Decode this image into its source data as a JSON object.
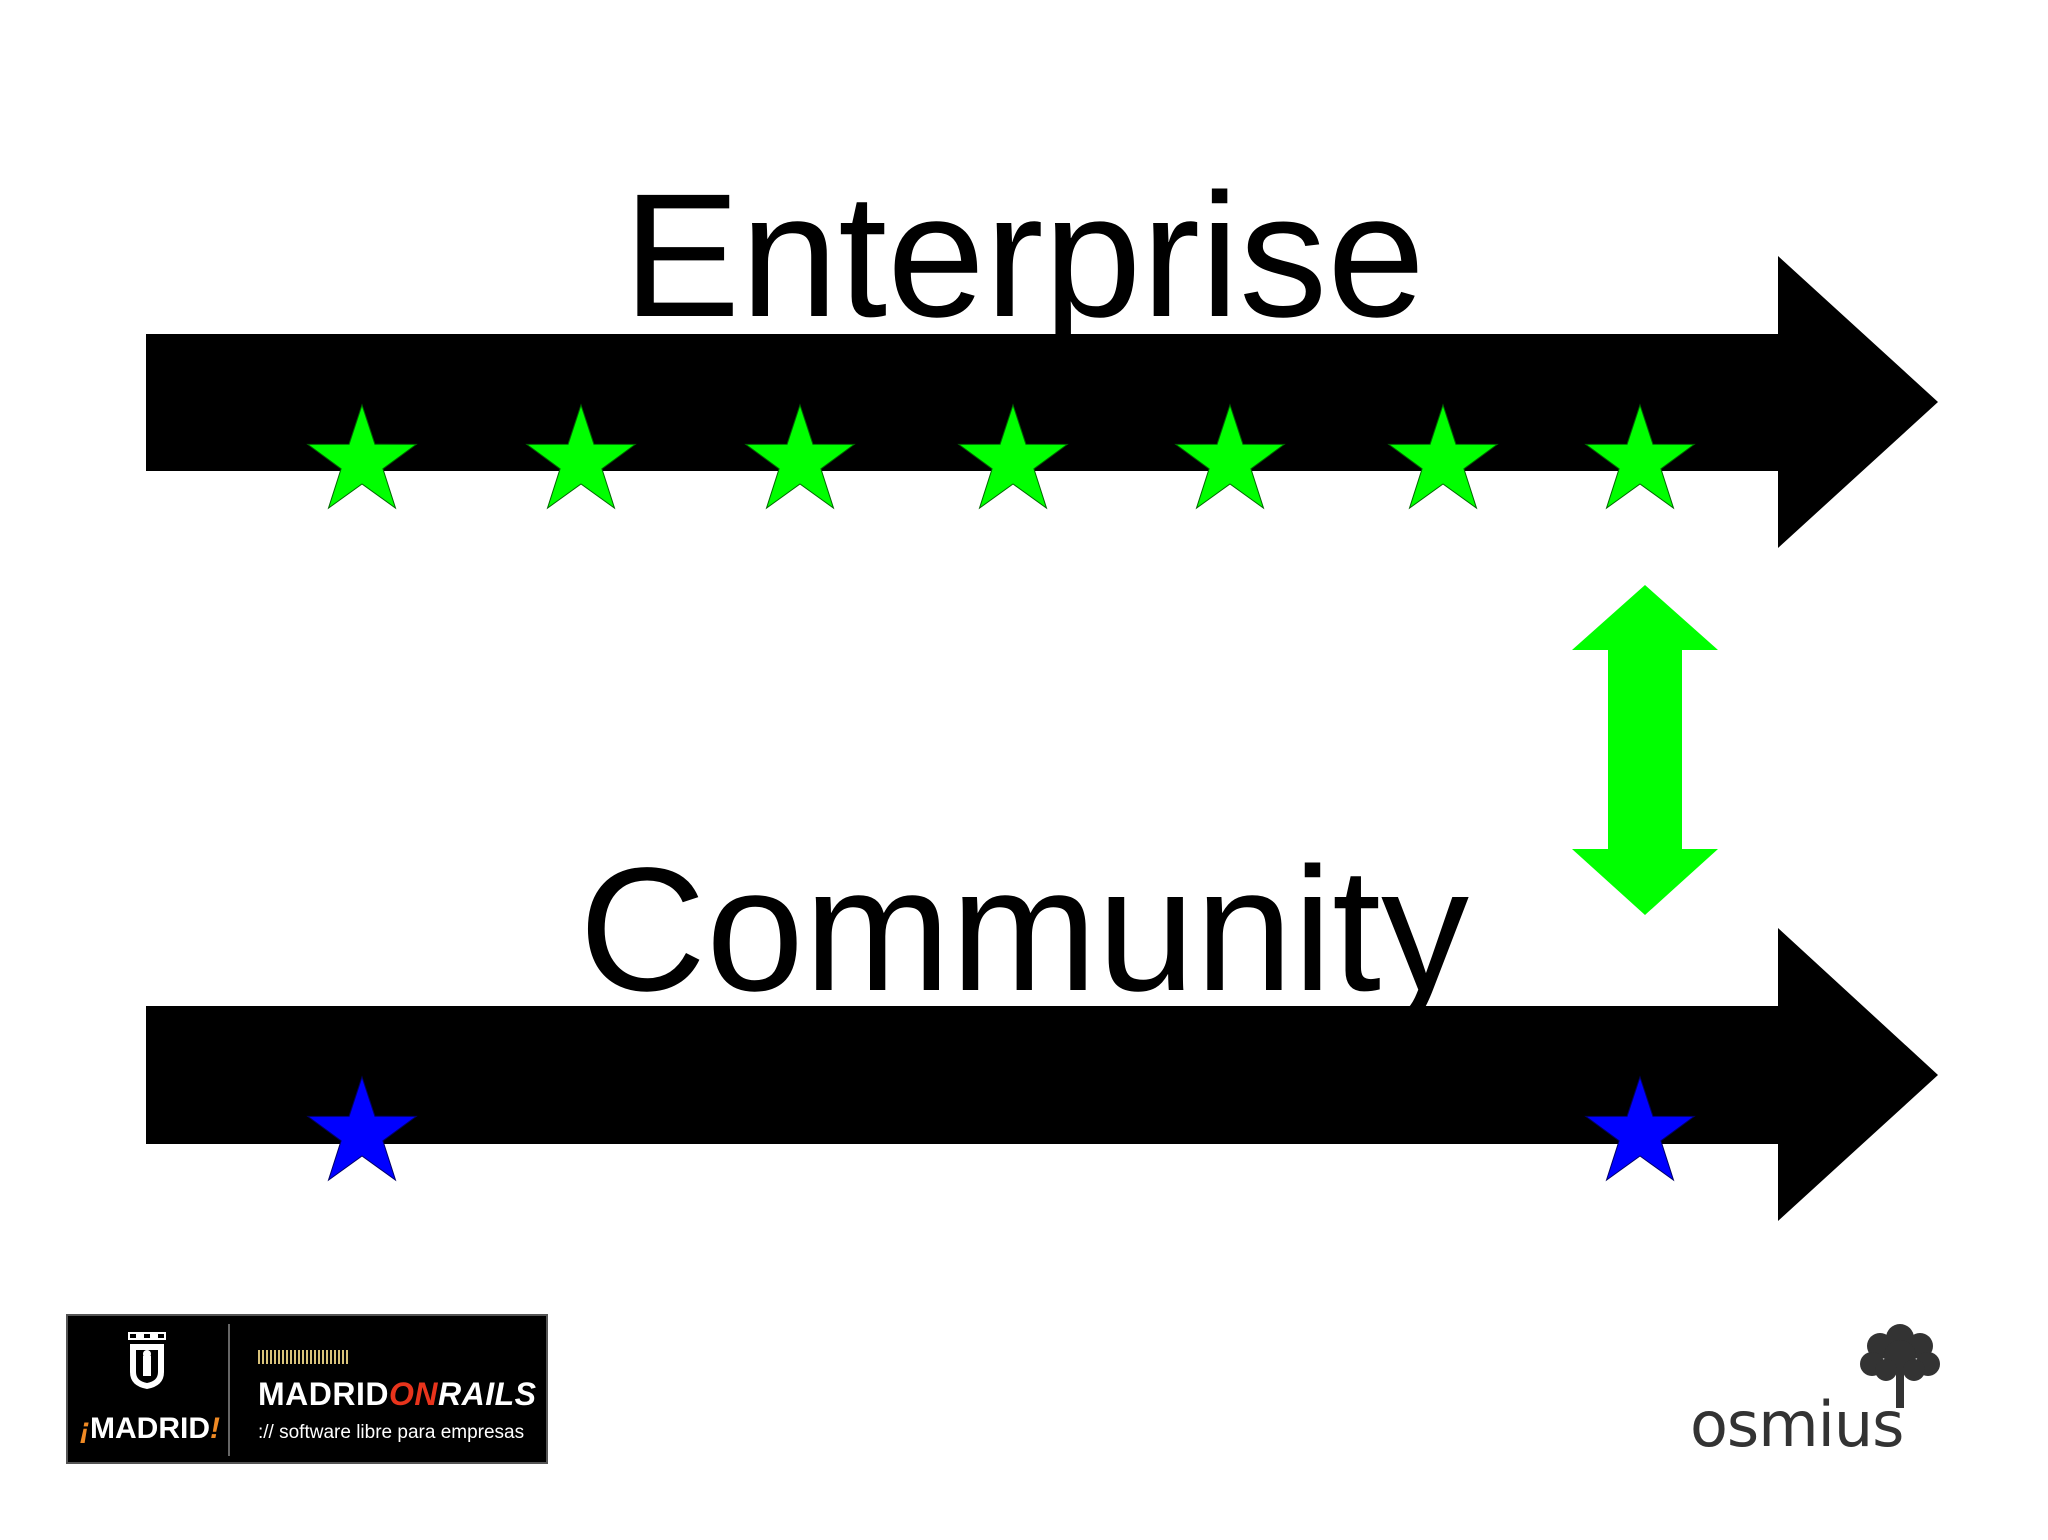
{
  "labels": {
    "top": "Enterprise",
    "bottom": "Community"
  },
  "stars": {
    "top_count": 7,
    "bottom_count": 2,
    "top_color": "#00ff00",
    "bottom_color": "#0000ff"
  },
  "colors": {
    "arrow": "#000000",
    "double_arrow": "#00ff00",
    "background": "#ffffff"
  },
  "logos": {
    "madrid": {
      "prefix": "¡",
      "name": "MADRID",
      "suffix": "!"
    },
    "madrid_on_rails": {
      "part1": "MADRID",
      "part2": "ON",
      "part3": "RAILS",
      "tagline": ":// software libre para empresas"
    },
    "osmius": {
      "name": "osmius"
    }
  }
}
